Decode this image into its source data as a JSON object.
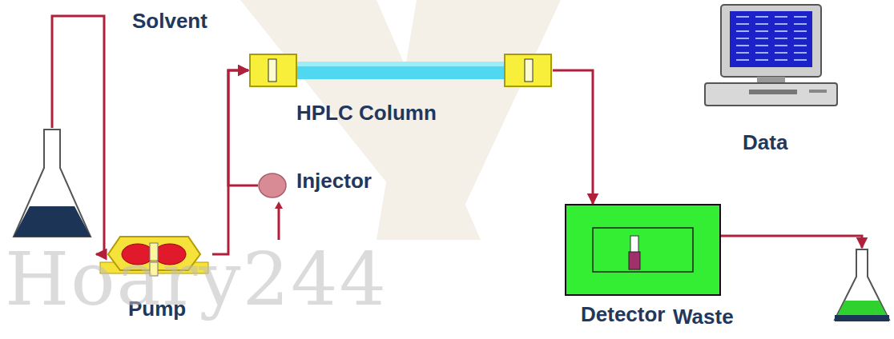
{
  "diagram": {
    "nodes": [
      {
        "text": [
          "Solvent"
        ]
      },
      {
        "text": [
          "Pump"
        ]
      },
      {
        "text": [
          "Injector"
        ]
      },
      {
        "text": [
          "HPLC Column"
        ]
      },
      {
        "text": [
          "Data"
        ]
      },
      {
        "text": [
          "Detector"
        ]
      },
      {
        "text": [
          "Waste"
        ]
      }
    ],
    "edges": [
      {
        "from": 0,
        "to": 1,
        "arrow": "to"
      },
      {
        "from": 1,
        "to": 3,
        "arrow": "to"
      },
      {
        "from": 2,
        "to": 3,
        "arrow": "to"
      },
      {
        "from": 3,
        "to": 5,
        "arrow": "to"
      },
      {
        "from": 5,
        "to": 6,
        "arrow": "to"
      }
    ],
    "labels": [
      "Hoary244"
    ]
  }
}
